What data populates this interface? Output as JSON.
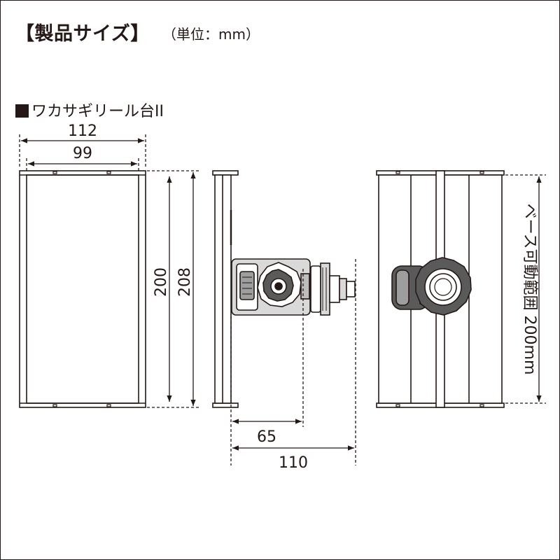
{
  "header": {
    "title": "【製品サイズ】",
    "unit": "（単位：mm）"
  },
  "product": {
    "name": "ワカサギリール台II"
  },
  "dimensions": {
    "outer_width": "112",
    "inner_width": "99",
    "inner_height": "200",
    "outer_height": "208",
    "arm_short": "65",
    "arm_long": "110",
    "base_range": "ベース可動範囲 200mm"
  },
  "colors": {
    "line": "#231815",
    "shade": "#d9d9d9"
  }
}
